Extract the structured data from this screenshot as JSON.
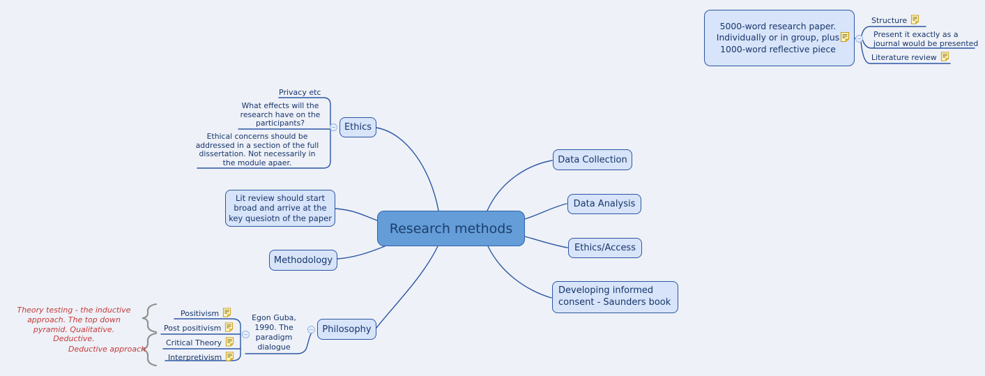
{
  "app": {
    "kind": "mind-map canvas",
    "background": "#eef1f7"
  },
  "palette": {
    "node_fill": "#d7e4f9",
    "node_border": "#2a55a4",
    "center_fill": "#649dd7",
    "edge": "#2a55a4",
    "text": "#17356b",
    "annotation_red": "#c43a3a",
    "brace_gray": "#8e8e8e",
    "note_icon_gold": "#c79600"
  },
  "center": {
    "label": "Research methods"
  },
  "right_branch": [
    {
      "label": "Data Collection"
    },
    {
      "label": "Data Analysis"
    },
    {
      "label": "Ethics/Access"
    },
    {
      "label": "Developing informed consent - Saunders book"
    }
  ],
  "top_right_branch": {
    "main": {
      "text": "5000-word research paper. Individually or in group, plus 1000-word reflective piece",
      "icon": "note-icon"
    },
    "children": [
      {
        "label": "Structure",
        "icon": "note-icon"
      },
      {
        "label": "Present it exactly as a journal would be presented"
      },
      {
        "label": "Literature review",
        "icon": "note-icon"
      }
    ]
  },
  "ethics_branch": {
    "label": "Ethics",
    "children": [
      {
        "label": "Privacy etc"
      },
      {
        "label": "What effects will the research have on the participants?"
      },
      {
        "label": "Ethical concerns should be addressed in a section of the full dissertation. Not necessarily in the module apaer."
      }
    ]
  },
  "lit_review_branch": {
    "label": "Lit review should start broad and arrive at the key quesiotn of the paper"
  },
  "methodology_branch": {
    "label": "Methodology"
  },
  "philosophy_branch": {
    "label": "Philosophy",
    "child": {
      "label": "Egon Guba, 1990. The paradigm dialogue"
    },
    "paradigms": [
      {
        "label": "Positivism",
        "icon": "note-icon"
      },
      {
        "label": "Post positivism",
        "icon": "note-icon"
      },
      {
        "label": "Critical Theory",
        "icon": "note-icon"
      },
      {
        "label": "Interpretivism",
        "icon": "note-icon"
      }
    ],
    "annotations": [
      {
        "text": "Theory testing - the inductive approach. The top down pyramid. Qualitative. Deductive."
      },
      {
        "text": "Deductive approach"
      }
    ]
  }
}
